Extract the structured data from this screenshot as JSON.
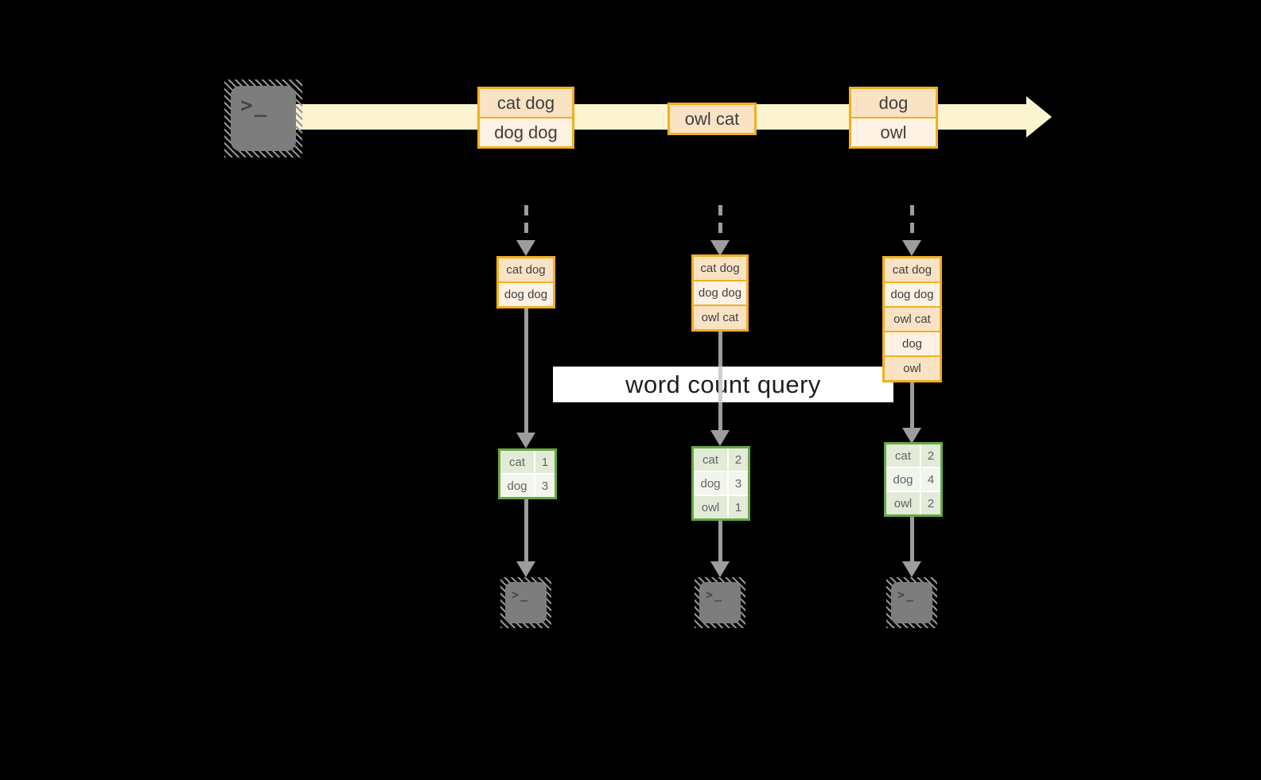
{
  "banner": {
    "label": "word count query"
  },
  "icons": {
    "terminal_prompt": ">_",
    "source_terminal": "terminal-icon",
    "output_terminal": "terminal-icon",
    "stream_arrowhead": "right-arrow-icon"
  },
  "colors": {
    "background": "#000000",
    "stream_band": "#FCF3D0",
    "record_border": "#F2AF1D",
    "record_fill_dark": "#FAE3C5",
    "record_fill_light": "#FDF2E3",
    "table_border": "#66A844",
    "table_fill_dark": "#E2EBD7",
    "table_fill_light": "#F1F5EC",
    "arrow_gray": "#9D9D9D",
    "terminal_gray": "#7D7D7D",
    "banner_background": "#FFFFFF",
    "banner_text": "#1F1F1F"
  },
  "stream": {
    "boxes": [
      {
        "cells": [
          "cat dog",
          "dog dog"
        ]
      },
      {
        "cells": [
          "owl cat"
        ]
      },
      {
        "cells": [
          "dog",
          "owl"
        ]
      }
    ]
  },
  "columns": [
    {
      "records": [
        "cat dog",
        "dog dog"
      ],
      "counts": [
        {
          "word": "cat",
          "count": "1"
        },
        {
          "word": "dog",
          "count": "3"
        }
      ]
    },
    {
      "records": [
        "cat dog",
        "dog dog",
        "owl cat"
      ],
      "counts": [
        {
          "word": "cat",
          "count": "2"
        },
        {
          "word": "dog",
          "count": "3"
        },
        {
          "word": "owl",
          "count": "1"
        }
      ]
    },
    {
      "records": [
        "cat dog",
        "dog dog",
        "owl cat",
        "dog",
        "owl"
      ],
      "counts": [
        {
          "word": "cat",
          "count": "2"
        },
        {
          "word": "dog",
          "count": "4"
        },
        {
          "word": "owl",
          "count": "2"
        }
      ]
    }
  ]
}
